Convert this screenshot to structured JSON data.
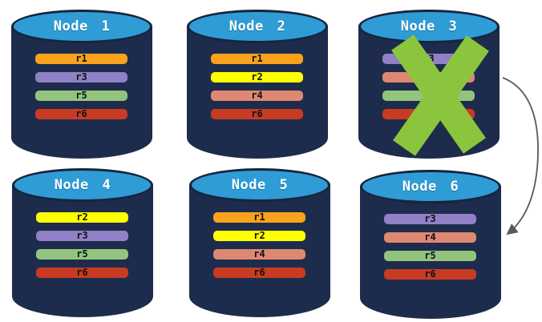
{
  "palette": {
    "background": "#ffffff",
    "cylinder_body": "#1d2c4c",
    "cylinder_top": "#2f9cd6",
    "cylinder_outline": "#16253e",
    "title_color": "#ffffff",
    "bar_label_color": "#111111",
    "x_mark": "#8bc53e",
    "arrow": "#595959"
  },
  "nodes": [
    {
      "title": "Node 1",
      "bars": [
        {
          "label": "r1",
          "color": "#faa21b"
        },
        {
          "label": "r3",
          "color": "#9080c6"
        },
        {
          "label": "r5",
          "color": "#93c47d"
        },
        {
          "label": "r6",
          "color": "#c83b22"
        }
      ]
    },
    {
      "title": "Node 2",
      "bars": [
        {
          "label": "r1",
          "color": "#faa21b"
        },
        {
          "label": "r2",
          "color": "#feff00"
        },
        {
          "label": "r4",
          "color": "#df8871"
        },
        {
          "label": "r6",
          "color": "#c83b22"
        }
      ]
    },
    {
      "title": "Node 3",
      "bars": [
        {
          "label": "r3",
          "color": "#9080c6"
        },
        {
          "label": "",
          "color": "#df8871"
        },
        {
          "label": "",
          "color": "#93c47d"
        },
        {
          "label": "",
          "color": "#c83b22"
        }
      ]
    },
    {
      "title": "Node 4",
      "bars": [
        {
          "label": "r2",
          "color": "#feff00"
        },
        {
          "label": "r3",
          "color": "#9080c6"
        },
        {
          "label": "r5",
          "color": "#93c47d"
        },
        {
          "label": "r6",
          "color": "#c83b22"
        }
      ]
    },
    {
      "title": "Node 5",
      "bars": [
        {
          "label": "r1",
          "color": "#faa21b"
        },
        {
          "label": "r2",
          "color": "#feff00"
        },
        {
          "label": "r4",
          "color": "#df8871"
        },
        {
          "label": "r6",
          "color": "#c83b22"
        }
      ]
    },
    {
      "title": "Node 6",
      "bars": [
        {
          "label": "r3",
          "color": "#9080c6"
        },
        {
          "label": "r4",
          "color": "#df8871"
        },
        {
          "label": "r5",
          "color": "#93c47d"
        },
        {
          "label": "r6",
          "color": "#c83b22"
        }
      ]
    }
  ],
  "annotations": {
    "x_mark_on": "Node 3",
    "arrow_from": "Node 3",
    "arrow_to": "Node 6"
  }
}
